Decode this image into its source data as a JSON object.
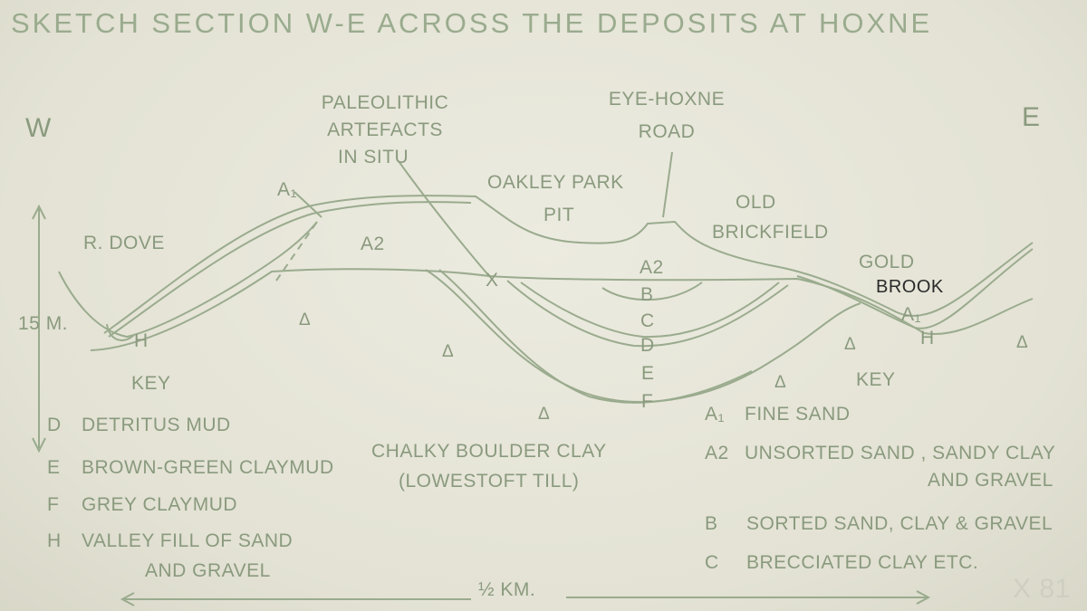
{
  "title": "SKETCH SECTION W-E ACROSS THE DEPOSITS AT HOXNE",
  "west": "W",
  "east": "E",
  "labels": {
    "paleolithic_1": "PALEOLITHIC",
    "paleolithic_2": "ARTEFACTS",
    "paleolithic_3": "IN SITU",
    "road_1": "EYE-HOXNE",
    "road_2": "ROAD",
    "oakley_1": "OAKLEY PARK",
    "oakley_2": "PIT",
    "old_1": "OLD",
    "old_2": "BRICKFIELD",
    "gold": "GOLD",
    "brook": "BROOK",
    "dove": "R. DOVE",
    "a1_top": "A₁",
    "a1_brook": "A₁",
    "a2_left": "A2",
    "a2_pit": "A2",
    "b": "B",
    "c": "C",
    "d": "D",
    "e": "E",
    "f": "F",
    "x": "X",
    "h_left": "H",
    "h_right": "H",
    "scale": "15 M.",
    "chalky_1": "CHALKY  BOULDER  CLAY",
    "chalky_2": "(LOWESTOFT  TILL)",
    "km": "½ KM.",
    "stamp": "X 81",
    "triangle": "Δ"
  },
  "key_left": {
    "heading": "KEY",
    "items": [
      {
        "code": "D",
        "text": "DETRITUS  MUD"
      },
      {
        "code": "E",
        "text": "BROWN-GREEN CLAYMUD"
      },
      {
        "code": "F",
        "text": "GREY  CLAYMUD"
      },
      {
        "code": "H",
        "text": "VALLEY FILL  OF SAND"
      }
    ],
    "h_cont": "AND  GRAVEL"
  },
  "key_right": {
    "heading": "KEY",
    "items": [
      {
        "code": "A₁",
        "text": "FINE  SAND"
      },
      {
        "code": "A2",
        "text": "UNSORTED SAND , SANDY CLAY"
      },
      {
        "code": "B",
        "text": "SORTED SAND, CLAY & GRAVEL"
      },
      {
        "code": "C",
        "text": "BRECCIATED  CLAY  ETC."
      }
    ],
    "a2_cont": "AND  GRAVEL"
  }
}
